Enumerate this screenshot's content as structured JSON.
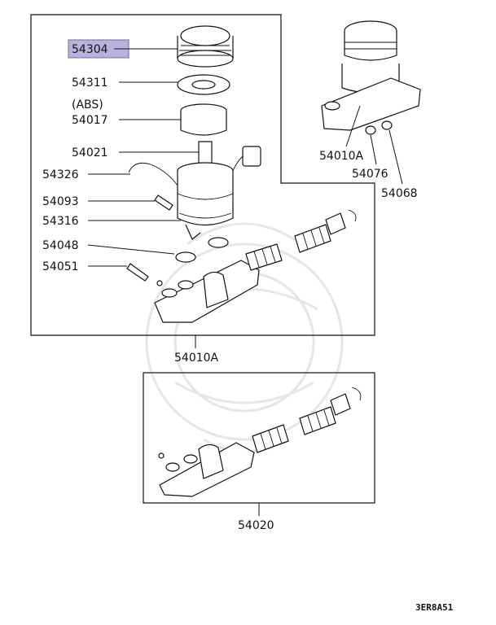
{
  "parts": {
    "p54304": "54304",
    "p54311": "54311",
    "abs_note": "(ABS)",
    "p54017": "54017",
    "p54021": "54021",
    "p54326": "54326",
    "p54093": "54093",
    "p54316": "54316",
    "p54048": "54048",
    "p54051": "54051",
    "assembly_top": "54010A",
    "assembly_main": "54010A",
    "p54076": "54076",
    "p54068": "54068",
    "p54020": "54020"
  },
  "diagram_code": "3ER8A51",
  "colors": {
    "highlight": "#b8b3dc",
    "ink": "#111111",
    "watermark": "#e6e6e6"
  }
}
